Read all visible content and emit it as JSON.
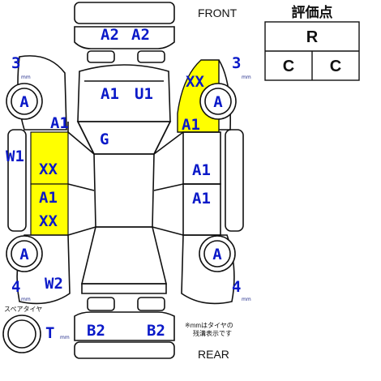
{
  "labels": {
    "front": "FRONT",
    "rear": "REAR",
    "rating_title": "評価点",
    "rating_overall": "R",
    "rating_exterior": "C",
    "rating_interior": "C",
    "spare_tire": "スペアタイヤ",
    "note_line1": "※mmはタイヤの",
    "note_line2": "残溝表示です",
    "mm": "mm"
  },
  "tread": {
    "front_left": "3",
    "front_right": "3",
    "rear_left": "4",
    "rear_right": "4",
    "spare": "T"
  },
  "tires": {
    "front_left": "A",
    "front_right": "A",
    "rear_left": "A",
    "rear_right": "A",
    "spare": ""
  },
  "damage": {
    "front_bumper_left": "A2",
    "front_bumper_right": "A2",
    "hood_left": "A1",
    "hood_right": "U1",
    "windshield": "G",
    "left_fender": "A1",
    "left_fender_area": "W1",
    "left_front_door_1": "XX",
    "left_rear_door_1": "A1",
    "left_rear_door_2": "XX",
    "left_rear_quarter": "W2",
    "right_fender_1": "XX",
    "right_fender_2": "A1",
    "right_front_door": "A1",
    "right_rear_door": "A1",
    "rear_bumper_left": "B2",
    "rear_bumper_right": "B2"
  },
  "colors": {
    "highlight": "#ffff00",
    "label": "#0a19c8",
    "line": "#111111"
  }
}
